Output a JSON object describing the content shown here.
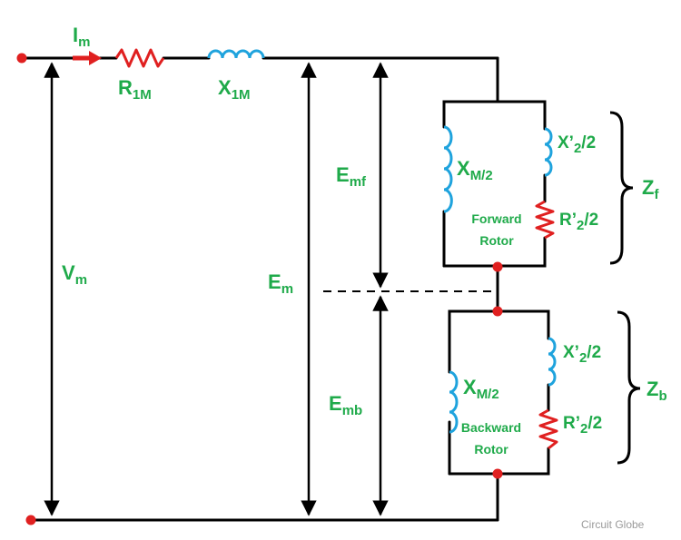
{
  "colors": {
    "wire": "#000000",
    "label": "#1faa4a",
    "resistor": "#e02020",
    "inductor": "#1fa3dd",
    "node": "#e02020",
    "watermark": "#9a9a9a"
  },
  "labels": {
    "im": {
      "main": "I",
      "sub": "m"
    },
    "r1m": {
      "main": "R",
      "sub": "1M"
    },
    "x1m": {
      "main": "X",
      "sub": "1M"
    },
    "vm": {
      "main": "V",
      "sub": "m"
    },
    "em": {
      "main": "E",
      "sub": "m"
    },
    "emf": {
      "main": "E",
      "sub": "mf"
    },
    "emb": {
      "main": "E",
      "sub": "mb"
    },
    "xm_forward": {
      "main": "X",
      "sub": "M/2"
    },
    "xm_backward": {
      "main": "X",
      "sub": "M/2"
    },
    "x2_forward": {
      "pre": "X’",
      "sub": "2",
      "post": "/2"
    },
    "r2_forward": {
      "pre": "R’",
      "sub": "2",
      "post": "/2"
    },
    "x2_backward": {
      "pre": "X’",
      "sub": "2",
      "post": "/2"
    },
    "r2_backward": {
      "pre": "R’",
      "sub": "2",
      "post": "/2"
    },
    "forward_rotor": {
      "line1": "Forward",
      "line2": "Rotor"
    },
    "backward_rotor": {
      "line1": "Backward",
      "line2": "Rotor"
    },
    "zf": {
      "main": "Z",
      "sub": "f"
    },
    "zb": {
      "main": "Z",
      "sub": "b"
    }
  },
  "watermark": "Circuit Globe"
}
